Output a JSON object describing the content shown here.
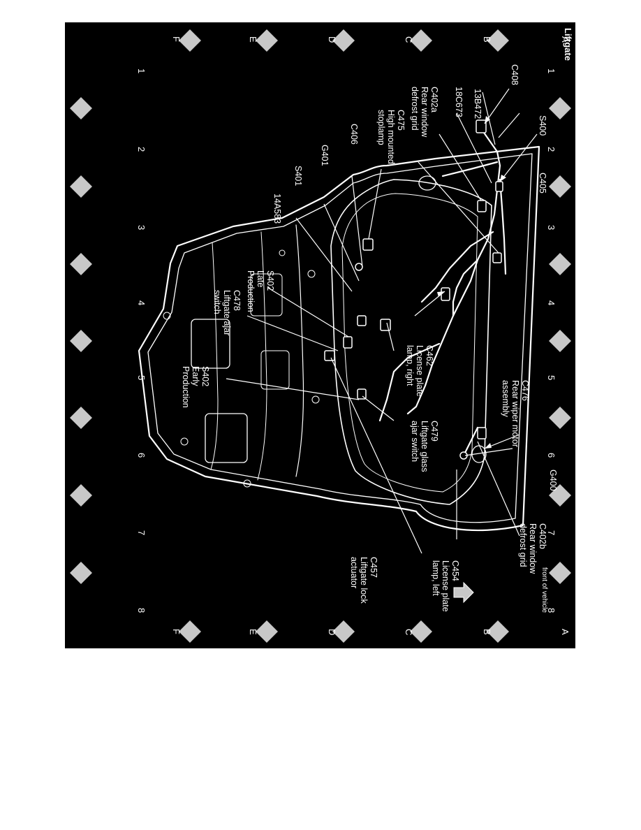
{
  "title": "Liftgate",
  "grid": {
    "rows": [
      "A",
      "B",
      "C",
      "D",
      "E",
      "F"
    ],
    "columns": [
      "1",
      "2",
      "3",
      "4",
      "5",
      "6",
      "7",
      "8"
    ]
  },
  "labels": {
    "c408": "C408",
    "s400": "S400",
    "c405": "C405",
    "l13b472": "13B472",
    "l18c673": "18C673",
    "c402a": [
      "C402a",
      "Rear window",
      "defrost grid"
    ],
    "c475": [
      "C475",
      "High mounted",
      "stoplamp"
    ],
    "c406": "C406",
    "g401": "G401",
    "s401": "S401",
    "l14a583": "14A583",
    "s402_late": [
      "S402",
      "Late",
      "Production"
    ],
    "c478": [
      "C478",
      "Liftgate ajar",
      "switch"
    ],
    "s402_early": [
      "S402",
      "Early",
      "Production"
    ],
    "c462": [
      "C462",
      "License plate",
      "lamp, right"
    ],
    "c479": [
      "C479",
      "Liftgate glass",
      "ajar switch"
    ],
    "c476": [
      "C476",
      "Rear wiper motor",
      "assembly"
    ],
    "g400": "G400",
    "c402b": [
      "C402b",
      "Rear window",
      "defrost grid"
    ],
    "c454": [
      "C454",
      "License plate",
      "lamp, left"
    ],
    "c457": [
      "C457",
      "Liftgate lock",
      "actuator"
    ],
    "front": "front of vehicle"
  },
  "colors": {
    "background": "#000000",
    "lines": "#ffffff",
    "marker": "#c8c8c8"
  }
}
